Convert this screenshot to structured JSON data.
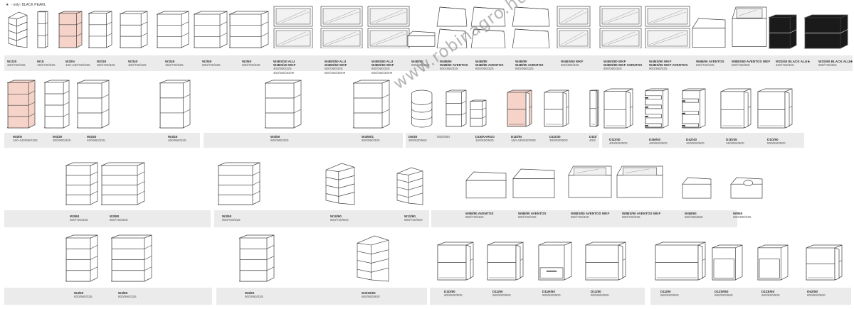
{
  "legend": {
    "icon": "star-icon",
    "text": "- only: BLACK PEARL"
  },
  "watermark": "www.robinagro.hu",
  "colors": {
    "band": "#ebebeb",
    "highlight": "#f6d3c9",
    "black_cabinet": "#1a1a1a"
  },
  "items": [
    {
      "name": "W1/30",
      "dims": "300/720/325"
    },
    {
      "name": "W15",
      "dims": "150/720/325"
    },
    {
      "name": "W2/IN",
      "dims": "100-440/720/325"
    },
    {
      "name": "W2/30",
      "dims": "300/720/325"
    },
    {
      "name": "W2/40",
      "dims": "400/720/325"
    },
    {
      "name": "W2/45",
      "dims": "450/720/325"
    },
    {
      "name": "W2/50",
      "dims": "500/720/325"
    },
    {
      "name": "W2/60",
      "dims": "600/720/325"
    },
    {
      "name": "W4BS/40 ALU\nW4BS/40 WKF",
      "dims": "400/360/325\n400/360/300★"
    },
    {
      "name": "W4BS/50 ALU\nW4BS/50 WKF",
      "dims": "500/360/325\n500/360/300★"
    },
    {
      "name": "W4BS/60 ALU\nW4BS/60 WKF",
      "dims": "600/360/325\n600/360/300★"
    },
    {
      "name": "W4B/50",
      "dims": "500/360/325"
    },
    {
      "name": "W4B/60\nW4B/60 AVENTOS",
      "dims": "600/360/325"
    },
    {
      "name": "W4B/80\nW4B/80 AVENTOS",
      "dims": "800/360/325"
    },
    {
      "name": "W4B/90\nW4B/90 AVENTOS",
      "dims": "900/360/325"
    },
    {
      "name": "W4BS/60 WKF",
      "dims": "600/360/325"
    },
    {
      "name": "W4BS/80 WKF\nW4BS/80 WKF AVENTOS",
      "dims": "800/360/325"
    },
    {
      "name": "W4BS/90 WKF\nW4BS/90 WKF AVENTOS",
      "dims": "900/360/325"
    },
    {
      "name": "W6B/60 AVENTOS",
      "dims": "600/720/325"
    },
    {
      "name": "W8BS/60 AVENTOS WKF",
      "dims": "600/720/325"
    },
    {
      "name": "W2S/40 BLACK ALU★",
      "dims": "400/720/325"
    },
    {
      "name": "W2S/60 BLACK ALU★",
      "dims": "600/720/325"
    },
    {
      "name": "W4/IN",
      "dims": "160-440/960/325"
    },
    {
      "name": "W4/30",
      "dims": "300/960/325"
    },
    {
      "name": "W4/40",
      "dims": "400/960/325"
    },
    {
      "name": "W4/45",
      "dims": "450/960/325"
    },
    {
      "name": "W4/50",
      "dims": "500/960/325"
    },
    {
      "name": "W4/60/1",
      "dims": "600/960/325"
    },
    {
      "name": "D6/30",
      "dims": "300/820/560"
    },
    {
      "name": "",
      "dims": "/820/500"
    },
    {
      "name": "D15/KARGO",
      "dims": "150/820/500"
    },
    {
      "name": "D1D/IN",
      "dims": "160-440/820/500"
    },
    {
      "name": "D1D/30",
      "dims": "300/820/500"
    },
    {
      "name": "D1D/",
      "dims": "400/"
    },
    {
      "name": "D1D/40",
      "dims": "400/820/500"
    },
    {
      "name": "D4M/40",
      "dims": "400/820/500"
    },
    {
      "name": "D4Z/40",
      "dims": "400/820/500"
    },
    {
      "name": "D1D/45",
      "dims": "450/820/500"
    },
    {
      "name": "D1D/50",
      "dims": "500/820/500"
    },
    {
      "name": "W3/60",
      "dims": "600/720/325"
    },
    {
      "name": "W3/80",
      "dims": "800/720/325"
    },
    {
      "name": "W3/90",
      "dims": "900/720/325"
    },
    {
      "name": "W10/60",
      "dims": "600/720/600"
    },
    {
      "name": "W12/60",
      "dims": "600/720/600"
    },
    {
      "name": "W6B/80 AVENTOS",
      "dims": "800/720/325"
    },
    {
      "name": "W6B/90 AVENTOS",
      "dims": "900/720/325"
    },
    {
      "name": "W8BS/80 AVENTOS WKF",
      "dims": "800/720/325"
    },
    {
      "name": "W8BS/90 AVENTOS WKF",
      "dims": "900/720/325"
    },
    {
      "name": "W4B/60",
      "dims": "600/360/565"
    },
    {
      "name": "W8/60",
      "dims": "600/360/325"
    },
    {
      "name": "W4/60",
      "dims": "600/960/325"
    },
    {
      "name": "W4/80",
      "dims": "800/960/325"
    },
    {
      "name": "W4/90",
      "dims": "900/960/325"
    },
    {
      "name": "W4/10/60",
      "dims": "600/960/600"
    },
    {
      "name": "D1D/60",
      "dims": "600/820/500"
    },
    {
      "name": "D11/60",
      "dims": "600/820/500"
    },
    {
      "name": "D11R/60",
      "dims": "600/820/500"
    },
    {
      "name": "D11/80",
      "dims": "800/820/500"
    },
    {
      "name": "D11/90",
      "dims": "900/820/500"
    },
    {
      "name": "D1ZW/60",
      "dims": "600/820/500"
    },
    {
      "name": "D1ZE/60",
      "dims": "600/820/500"
    },
    {
      "name": "D6Z/80",
      "dims": "800/820/500"
    }
  ]
}
